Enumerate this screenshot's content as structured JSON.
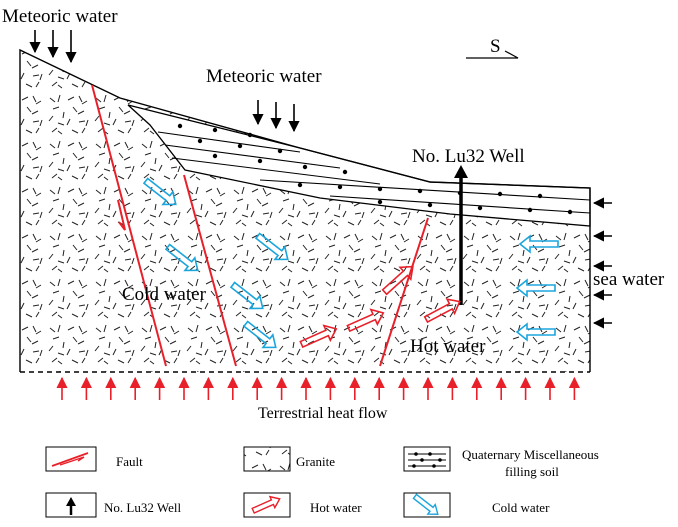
{
  "labels": {
    "meteoric_top": "Meteoric water",
    "meteoric_mid": "Meteoric water",
    "south": "S",
    "well": "No. Lu32 Well",
    "sea_water": "sea water",
    "cold_water": "Cold water",
    "hot_water": "Hot water",
    "heat_flow": "Terrestrial heat flow"
  },
  "legend": {
    "fault": "Fault",
    "granite": "Granite",
    "quaternary_line1": "Quaternary Miscellaneous",
    "quaternary_line2": "filling soil",
    "well": "No. Lu32 Well",
    "hot_water": "Hot water",
    "cold_water": "Cold water"
  },
  "colors": {
    "fault": "#e8202a",
    "hot_water": "#e8202a",
    "cold_water": "#1ba5dd",
    "outline": "#000000"
  }
}
